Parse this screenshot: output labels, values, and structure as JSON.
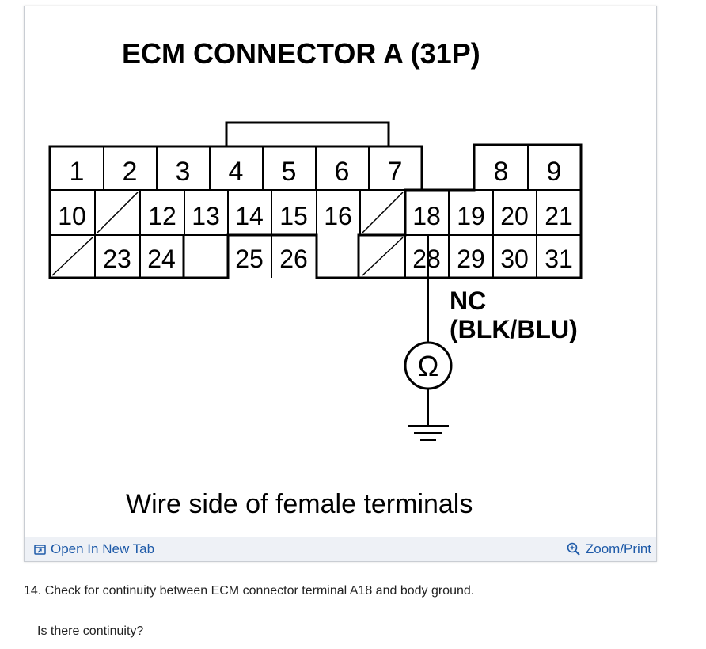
{
  "diagram": {
    "title": "ECM CONNECTOR A (31P)",
    "caption": "Wire side of female terminals",
    "nc_label": "NC",
    "wire_color_label": "(BLK/BLU)",
    "meter_symbol": "Ω",
    "pins_row1": [
      "1",
      "2",
      "3",
      "4",
      "5",
      "6",
      "7",
      "8",
      "9"
    ],
    "pins_row2": [
      "10",
      "12",
      "13",
      "14",
      "15",
      "16",
      "18",
      "19",
      "20",
      "21"
    ],
    "pins_row3": [
      "23",
      "24",
      "25",
      "26",
      "28",
      "29",
      "30",
      "31"
    ]
  },
  "toolbar": {
    "open_tab_label": "Open In New Tab",
    "zoom_label": "Zoom/Print",
    "accent_color": "#1e5aa8"
  },
  "content": {
    "step": "14. Check for continuity between ECM connector terminal A18 and body ground.",
    "question": "Is there continuity?"
  }
}
